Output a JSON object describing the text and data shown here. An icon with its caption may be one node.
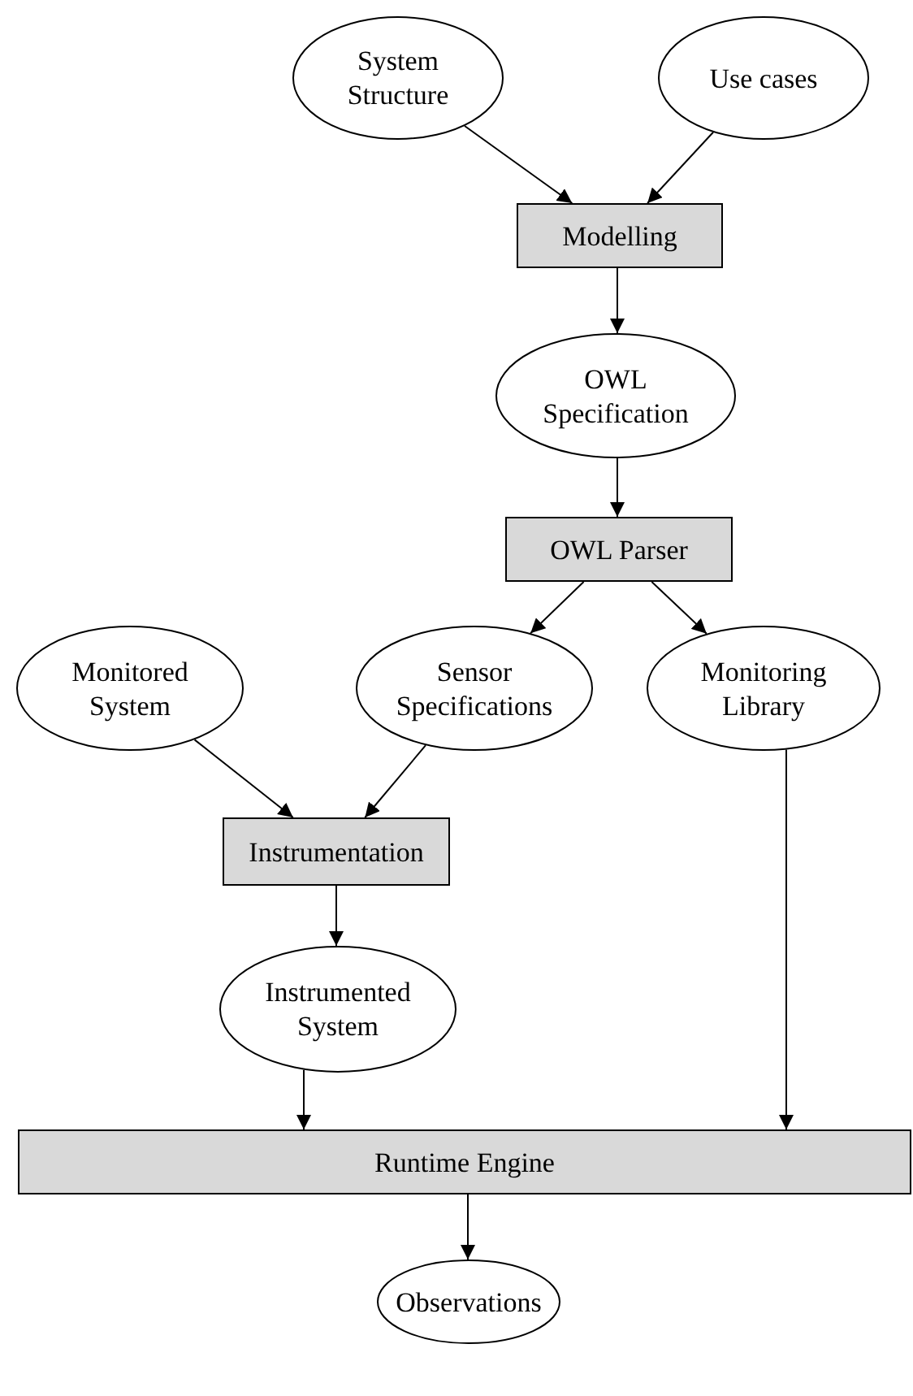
{
  "diagram": {
    "nodes": [
      {
        "text": [
          "System Structure"
        ]
      },
      {
        "text": [
          "Use cases"
        ]
      },
      {
        "text": [
          "Modelling"
        ]
      },
      {
        "text": [
          "OWL Specification"
        ]
      },
      {
        "text": [
          "OWL Parser"
        ]
      },
      {
        "text": [
          "Monitored System"
        ]
      },
      {
        "text": [
          "Sensor Specifications"
        ]
      },
      {
        "text": [
          "Monitoring Library"
        ]
      },
      {
        "text": [
          "Instrumentation"
        ]
      },
      {
        "text": [
          "Instrumented System"
        ]
      },
      {
        "text": [
          "Runtime Engine"
        ]
      },
      {
        "text": [
          "Observations"
        ]
      }
    ],
    "edges": [
      {
        "from": 0,
        "to": 2,
        "arrow": "to"
      },
      {
        "from": 1,
        "to": 2,
        "arrow": "to"
      },
      {
        "from": 2,
        "to": 3,
        "arrow": "to"
      },
      {
        "from": 3,
        "to": 4,
        "arrow": "to"
      },
      {
        "from": 4,
        "to": 6,
        "arrow": "to"
      },
      {
        "from": 4,
        "to": 7,
        "arrow": "to"
      },
      {
        "from": 5,
        "to": 8,
        "arrow": "to"
      },
      {
        "from": 6,
        "to": 8,
        "arrow": "to"
      },
      {
        "from": 8,
        "to": 9,
        "arrow": "to"
      },
      {
        "from": 9,
        "to": 10,
        "arrow": "to"
      },
      {
        "from": 7,
        "to": 10,
        "arrow": "to"
      },
      {
        "from": 10,
        "to": 11,
        "arrow": "to"
      }
    ]
  }
}
